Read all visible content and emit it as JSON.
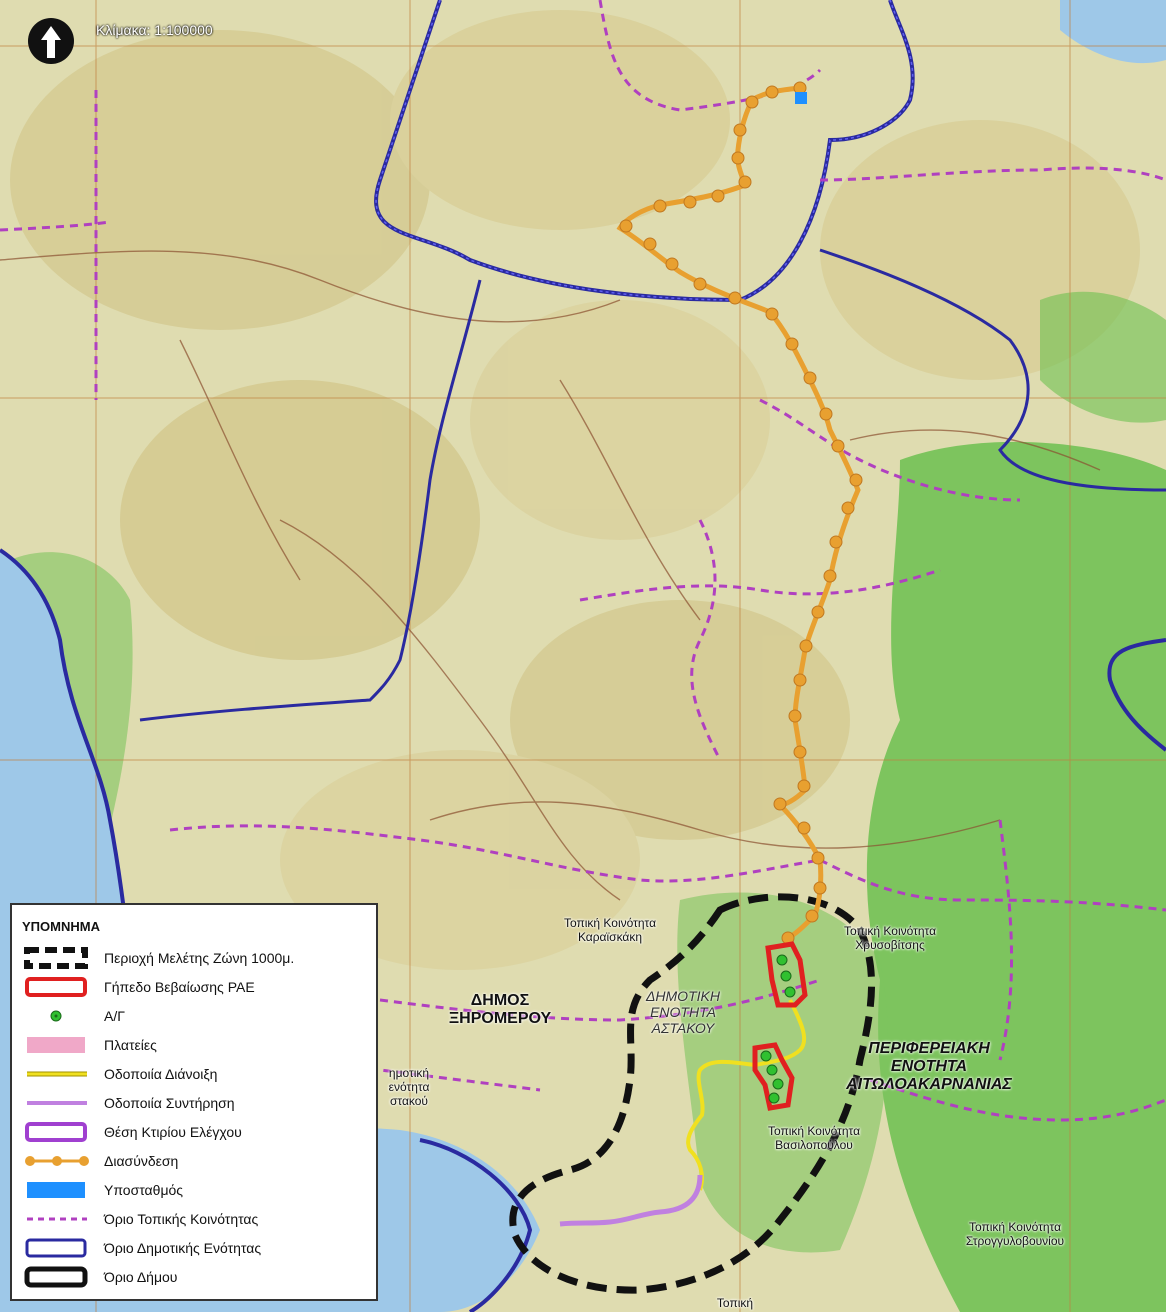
{
  "map": {
    "scale_text": "Κλίμακα: 1:100000",
    "place_labels": [
      {
        "text": "Τοπική Κοινότητα Καραϊσκάκη"
      },
      {
        "text": "Τοπική Κοινότητα Χρυσοβίτσης"
      },
      {
        "text": "Τοπική Κοινότητα Βασιλοπούλου"
      },
      {
        "text": "Τοπική Κοινότητα Στρογγυλοβουνίου"
      },
      {
        "text": "Τοπική"
      },
      {
        "text": "ημοτική ενότητα στακού"
      }
    ],
    "region_labels": [
      {
        "text": "ΔΗΜΟΣ ΞΗΡΟΜΕΡΟΥ"
      },
      {
        "text": "ΔΗΜΟΤΙΚΗ ΕΝΟΤΗΤΑ ΑΣΤΑΚΟΥ"
      },
      {
        "text": "ΠΕΡΙΦΕΡΕΙΑΚΗ ΕΝΟΤΗΤΑ ΑΙΤΩΛΟΑΚΑΡΝΑΝΙΑΣ"
      }
    ],
    "colors": {
      "interconnection": "#e8a030",
      "municipal_boundary": "#2a2aa0",
      "community_boundary": "#b040c0",
      "road_opening": "#f0e020",
      "road_maintenance": "#c080e0",
      "rae_plot": "#e02020",
      "substation": "#1e90ff",
      "study_zone": "#111111",
      "sea": "#9ec8e8",
      "forest": "#6cc050"
    }
  },
  "legend": {
    "title": "ΥΠΟΜΝΗΜΑ",
    "items": [
      {
        "label": "Περιοχή Μελέτης Ζώνη 1000μ.",
        "symbol": "study-zone"
      },
      {
        "label": "Γήπεδο Βεβαίωσης ΡΑΕ",
        "symbol": "rae-plot"
      },
      {
        "label": "Α/Γ",
        "symbol": "wind-turbine"
      },
      {
        "label": "Πλατείες",
        "symbol": "platforms"
      },
      {
        "label": "Οδοποιία Διάνοιξη",
        "symbol": "road-opening"
      },
      {
        "label": "Οδοποιία Συντήρηση",
        "symbol": "road-maintenance"
      },
      {
        "label": "Θέση Κτιρίου Ελέγχου",
        "symbol": "control-building"
      },
      {
        "label": "Διασύνδεση",
        "symbol": "interconnection"
      },
      {
        "label": "Υποσταθμός",
        "symbol": "substation"
      },
      {
        "label": "Όριο Τοπικής Κοινότητας",
        "symbol": "community-boundary"
      },
      {
        "label": "Όριο Δημοτικής Ενότητας",
        "symbol": "municipal-unit-boundary"
      },
      {
        "label": "Όριο Δήμου",
        "symbol": "municipality-boundary"
      }
    ]
  }
}
